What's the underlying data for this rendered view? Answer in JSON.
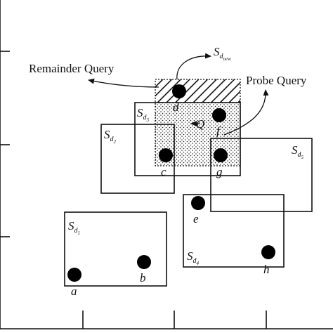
{
  "annotations": {
    "remainder_query": "Remainder Query",
    "probe_query": "Probe Query",
    "query_label": "Q"
  },
  "regions": {
    "s_new": {
      "main": "S",
      "sub": "d",
      "subsub": "new"
    },
    "s_d1": {
      "main": "S",
      "sub": "d",
      "subsub": "1"
    },
    "s_d2": {
      "main": "S",
      "sub": "d",
      "subsub": "2"
    },
    "s_d3": {
      "main": "S",
      "sub": "d",
      "subsub": "3"
    },
    "s_d4": {
      "main": "S",
      "sub": "d",
      "subsub": "4"
    },
    "s_d5": {
      "main": "S",
      "sub": "d",
      "subsub": "5"
    }
  },
  "points": {
    "a": "a",
    "b": "b",
    "c": "c",
    "d": "d",
    "e": "e",
    "f": "f",
    "g": "g",
    "h": "h"
  },
  "colors": {
    "ink": "#111111",
    "background": "#ffffff"
  }
}
